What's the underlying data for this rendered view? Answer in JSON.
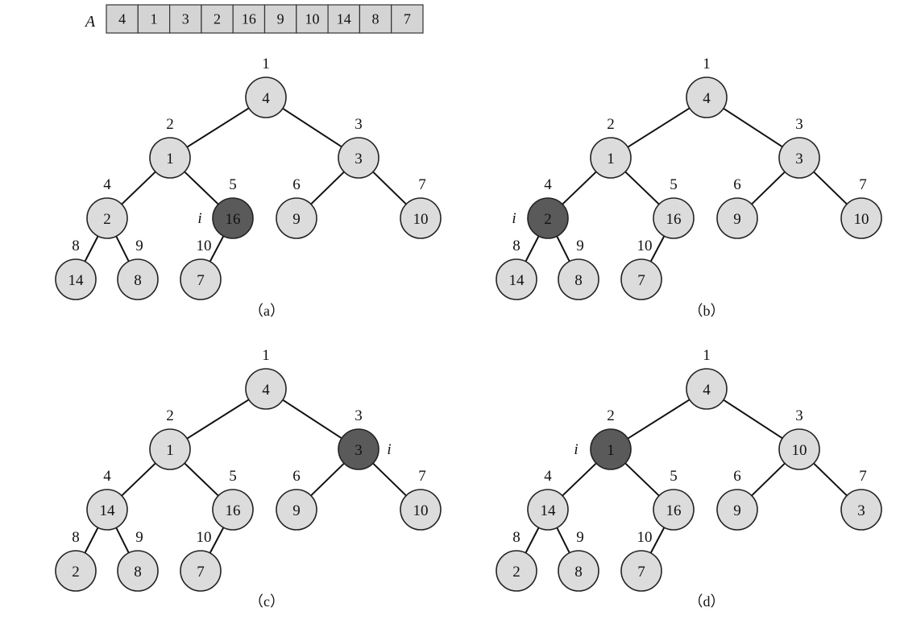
{
  "array": {
    "label": "A",
    "values": [
      "4",
      "1",
      "3",
      "2",
      "16",
      "9",
      "10",
      "14",
      "8",
      "7"
    ]
  },
  "colors": {
    "node_fill": "#dcdcdc",
    "highlight_fill": "#5a5a5a",
    "array_fill": "#d4d4d4",
    "edge": "#111111"
  },
  "index_marker": "i",
  "panels": [
    {
      "caption": "（a）",
      "values": [
        "4",
        "1",
        "3",
        "2",
        "16",
        "9",
        "10",
        "14",
        "8",
        "7"
      ],
      "highlight": 5
    },
    {
      "caption": "（b）",
      "values": [
        "4",
        "1",
        "3",
        "2",
        "16",
        "9",
        "10",
        "14",
        "8",
        "7"
      ],
      "highlight": 4
    },
    {
      "caption": "（c）",
      "values": [
        "4",
        "1",
        "3",
        "14",
        "16",
        "9",
        "10",
        "2",
        "8",
        "7"
      ],
      "highlight": 3
    },
    {
      "caption": "（d）",
      "values": [
        "4",
        "1",
        "10",
        "14",
        "16",
        "9",
        "3",
        "2",
        "8",
        "7"
      ],
      "highlight": 2
    }
  ]
}
